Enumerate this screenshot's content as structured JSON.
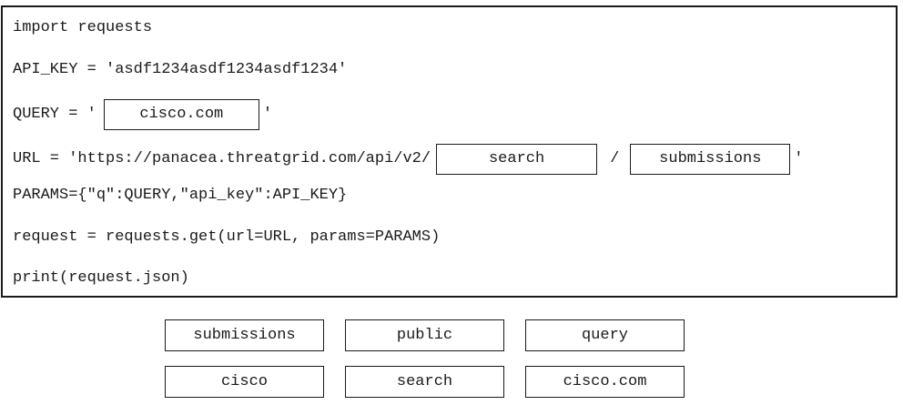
{
  "code": {
    "line1": "import requests",
    "line2": "API_KEY = 'asdf1234asdf1234asdf1234'",
    "line3_prefix": "QUERY = '",
    "line3_slot": "cisco.com",
    "line3_suffix": "'",
    "line4_prefix": "URL = 'https://panacea.threatgrid.com/api/v2/",
    "line4_slot1": "search",
    "line4_separator": "/",
    "line4_slot2": "submissions",
    "line4_suffix": "'",
    "line5": "PARAMS={\"q\":QUERY,\"api_key\":API_KEY}",
    "line6": "request = requests.get(url=URL, params=PARAMS)",
    "line7": "print(request.json)"
  },
  "options": [
    "submissions",
    "public",
    "query",
    "cisco",
    "search",
    "cisco.com"
  ]
}
